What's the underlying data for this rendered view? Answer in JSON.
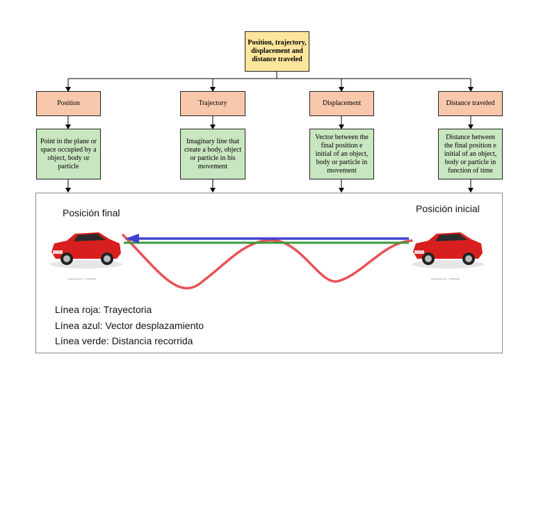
{
  "root": {
    "title": "Position, trajectory, displacement and distance traveled"
  },
  "categories": [
    {
      "label": "Position",
      "description": "Point in the plane or space occupied by a object, body or particle"
    },
    {
      "label": "Trajectory",
      "description": "Imaginary line that create a body, object or particle in his movement"
    },
    {
      "label": "Displacement",
      "description": "Vector between the final position e initial of an object, body or particle in movement"
    },
    {
      "label": "Distance traveled",
      "description": "Distance between the final position e initial of an object, body or particle in function of time"
    }
  ],
  "illustration": {
    "final_label": "Posición final",
    "initial_label": "Posición inicial",
    "credit_left": "shutterstock.com · 257824948",
    "credit_right": "shutterstock.com · 257824948",
    "legend": [
      "Línea roja: Trayectoria",
      "Línea azul: Vector desplazamiento",
      "Línea verde: Distancia recorrida"
    ],
    "colors": {
      "trajectory": "#e8484c",
      "displacement": "#4040d0",
      "distance": "#3a9a3a",
      "car_body": "#d81f1f"
    }
  },
  "icons": [
    "car-icon",
    "arrow-down-icon"
  ]
}
